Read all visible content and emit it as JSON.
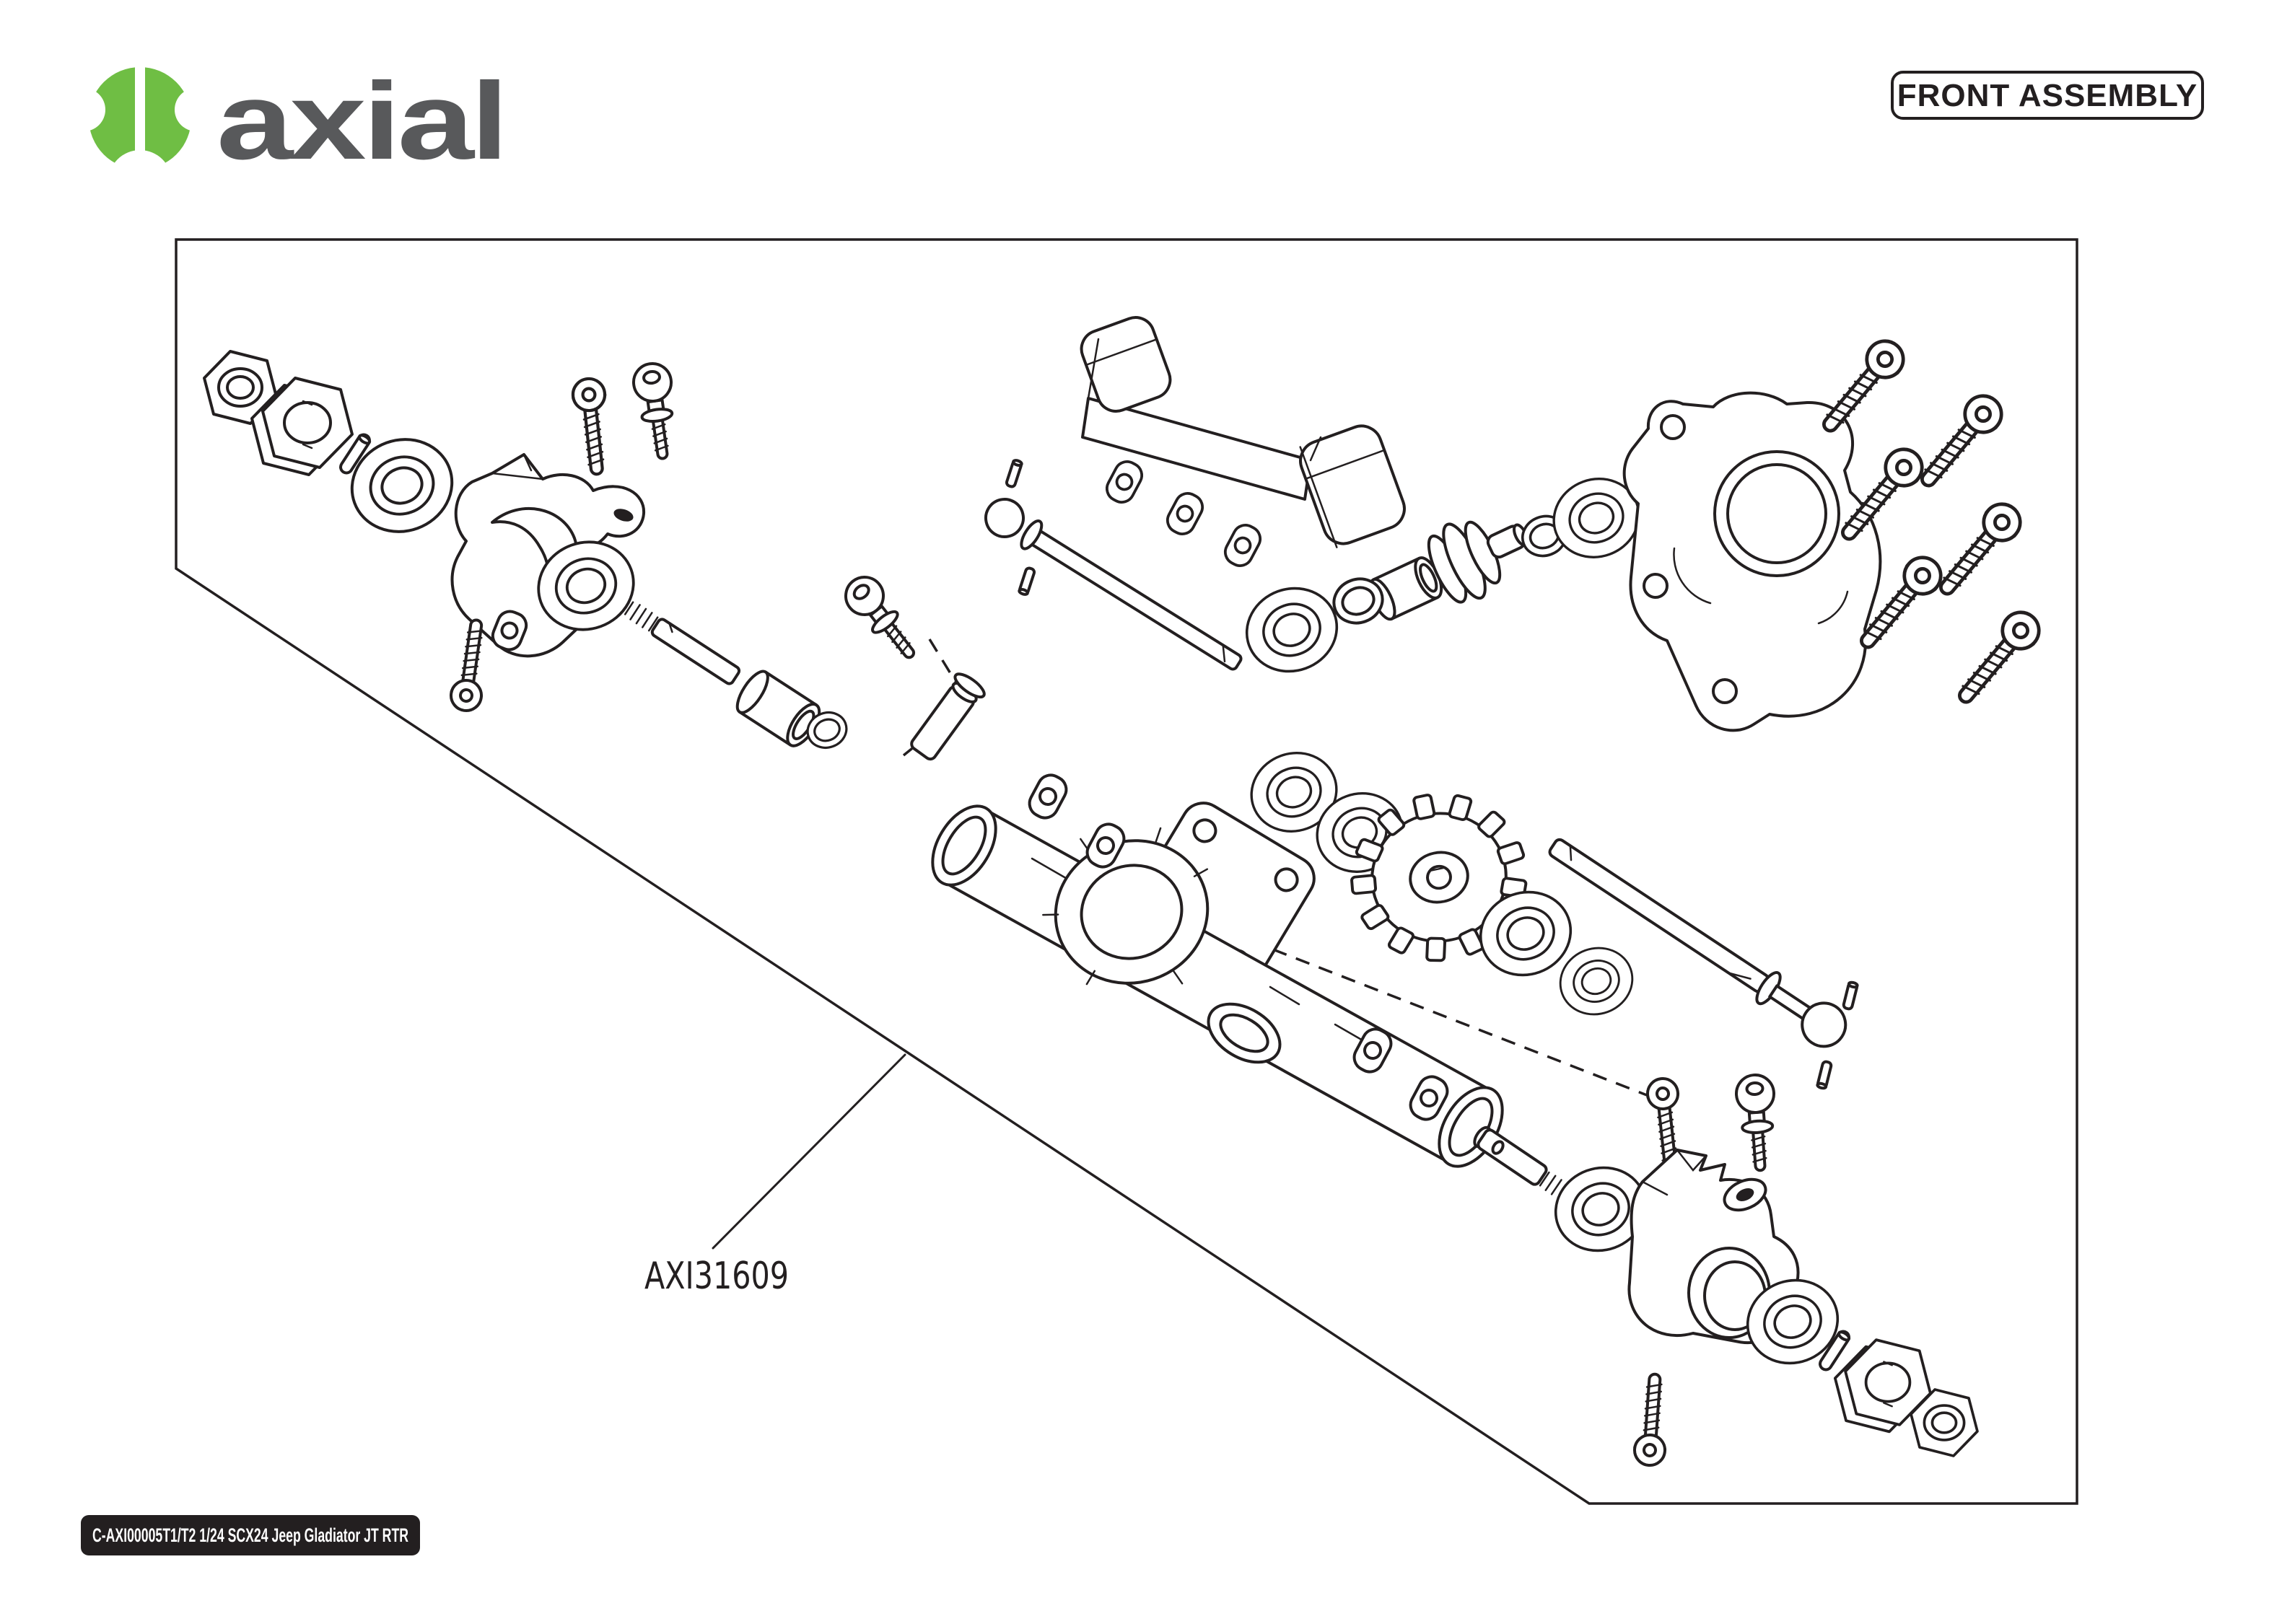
{
  "page": {
    "background": "#ffffff",
    "line_color": "#231f20"
  },
  "brand": {
    "wordmark": "axial",
    "icon": "axial-emblem-icon",
    "icon_color": "#6fbe44",
    "wordmark_color": "#58595b"
  },
  "header": {
    "assembly_label": "FRONT ASSEMBLY"
  },
  "diagram": {
    "part_callout": {
      "label": "AXI31609"
    },
    "parts": [
      "lock-nut",
      "wheel-hex-hub",
      "hex-pin",
      "ball-bearing",
      "steering-knuckle-left",
      "button-head-screw",
      "ball-stud",
      "kingpin-screw",
      "stub-axle",
      "drive-cup",
      "o-ring",
      "upper-link-ball-stud",
      "servo-mount-bracket",
      "steering-link",
      "axle-housing",
      "differential-flange",
      "kingpin-post",
      "input-shaft",
      "gear-cover",
      "cover-screws",
      "pinion-gear",
      "drag-link",
      "steering-knuckle-right",
      "wheel-hex-hub-right",
      "lock-nut-right"
    ]
  },
  "footer": {
    "badge": "C-AXI00005T1/T2 1/24 SCX24 Jeep Gladiator JT RTR"
  }
}
